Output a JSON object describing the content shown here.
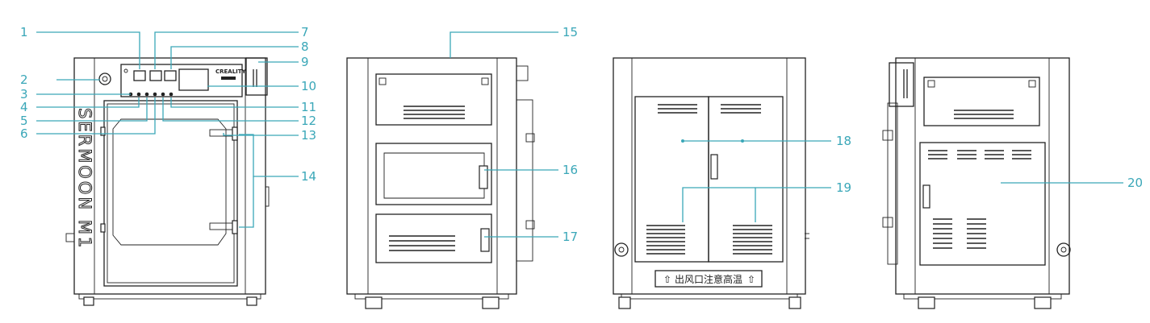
{
  "callouts": {
    "c1": "1",
    "c2": "2",
    "c3": "3",
    "c4": "4",
    "c5": "5",
    "c6": "6",
    "c7": "7",
    "c8": "8",
    "c9": "9",
    "c10": "10",
    "c11": "11",
    "c12": "12",
    "c13": "13",
    "c14": "14",
    "c15": "15",
    "c16": "16",
    "c17": "17",
    "c18": "18",
    "c19": "19",
    "c20": "20"
  },
  "front_view": {
    "brand_logo": "CREALITY",
    "side_text": "SERMOON M1"
  },
  "rear_view": {
    "warning_label": "出风口注意高温"
  },
  "colors": {
    "callout": "#3aa7b8",
    "outline": "#222222"
  }
}
